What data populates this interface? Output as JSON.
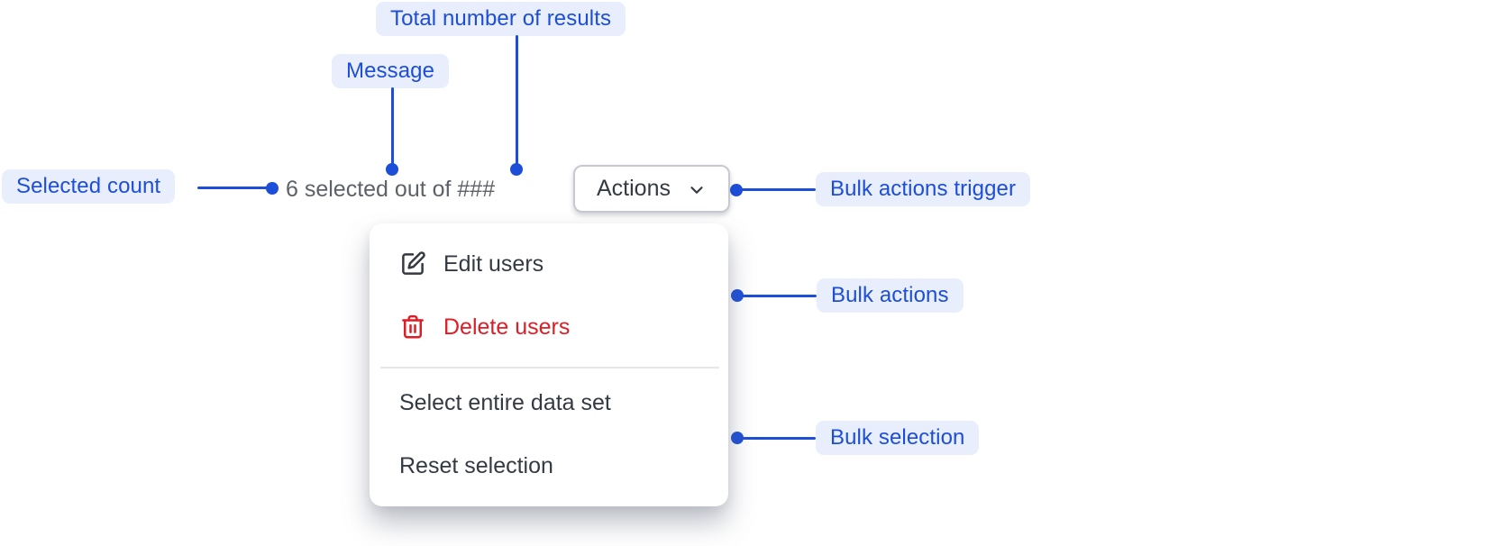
{
  "figure": {
    "description_labels_present": true
  },
  "colors": {
    "annotation_text": "#1d4ed8",
    "annotation_bg": "#e8eefc",
    "connector": "#1d4ed8",
    "message_text": "#5d6268",
    "menu_text": "#343a42",
    "danger": "#df1d24",
    "button_border": "#c6cad0",
    "divider": "#e5e7ea"
  },
  "annotations": [
    {
      "id": "total-results",
      "label": "Total number of results"
    },
    {
      "id": "message",
      "label": "Message"
    },
    {
      "id": "selected-count",
      "label": "Selected count"
    },
    {
      "id": "bulk-actions-trigger",
      "label": "Bulk actions trigger"
    },
    {
      "id": "bulk-actions",
      "label": "Bulk actions"
    },
    {
      "id": "bulk-selection",
      "label": "Bulk selection"
    }
  ],
  "component": {
    "message_text": "6 selected out of ###",
    "actions_button": {
      "label": "Actions",
      "icon": "chevron-down-icon"
    },
    "menu": {
      "items": [
        {
          "label": "Edit users",
          "icon": "pencil-icon",
          "variant": "default"
        },
        {
          "label": "Delete users",
          "icon": "trash-icon",
          "variant": "danger"
        },
        {
          "type": "divider"
        },
        {
          "label": "Select entire data set",
          "variant": "default"
        },
        {
          "label": "Reset selection",
          "variant": "default"
        }
      ]
    }
  }
}
